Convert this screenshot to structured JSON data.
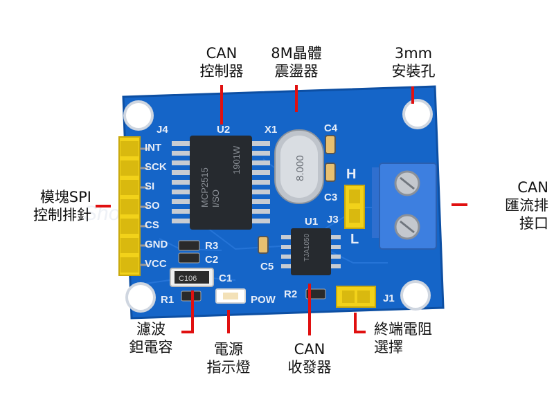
{
  "callouts": {
    "can_controller": [
      "CAN",
      "控制器"
    ],
    "crystal": [
      "8M晶體",
      "震盪器"
    ],
    "mount_hole": [
      "3mm",
      "安裝孔"
    ],
    "spi_header": [
      "模塊SPI",
      "控制排針"
    ],
    "can_bus_terminal": [
      "CAN",
      "匯流排",
      "接口"
    ],
    "filter_cap": [
      "濾波",
      "鉭電容"
    ],
    "power_led": [
      "電源",
      "指示燈"
    ],
    "can_transceiver": [
      "CAN",
      "收發器"
    ],
    "termination_jumper": [
      "終端電阻",
      "選擇"
    ]
  },
  "board": {
    "colors": {
      "pcb": "#1565c8",
      "pcb_edge": "#0d4fa3",
      "header": "#f2d21a",
      "terminal": "#3d7fe0",
      "leader": "#e01010"
    },
    "silkscreen": {
      "j4": "J4",
      "u2": "U2",
      "x1": "X1",
      "c4": "C4",
      "c3": "C3",
      "h": "H",
      "j3": "J3",
      "u1": "U1",
      "l": "L",
      "r3": "R3",
      "c2": "C2",
      "c5": "C5",
      "c1": "C1",
      "r1": "R1",
      "pow": "POW",
      "r2": "R2",
      "j1": "J1",
      "pins": [
        "INT",
        "SCK",
        "SI",
        "SO",
        "CS",
        "GND",
        "VCC"
      ]
    },
    "chips": {
      "u2_marking": [
        "MCP2515",
        "I/SO",
        "1901W"
      ],
      "crystal_marking": "8.000",
      "u1_marking": [
        "TJA1050"
      ],
      "cap_marking": "C106"
    }
  }
}
